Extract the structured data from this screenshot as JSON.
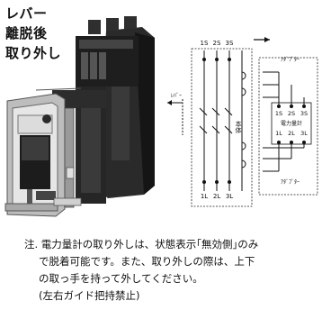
{
  "lever_label": [
    "レバー",
    "離脱後",
    "取り外し"
  ],
  "main_diagram": {
    "top_terminals": [
      "1S",
      "2S",
      "3S"
    ],
    "bottom_terminals": [
      "1L",
      "2L",
      "3L"
    ],
    "body_label": "本体",
    "lever_side_label": "ﾚﾊﾞｰ"
  },
  "adapter_diagram": {
    "adapter_label_top": "ｱﾀﾞﾌﾟﾀｰ",
    "adapter_label_bottom": "ｱﾀﾞﾌﾟﾀｰ",
    "top_terminals": [
      "1S",
      "2S",
      "3S"
    ],
    "meter_label": "電力量計",
    "bottom_terminals": [
      "1L",
      "2L",
      "3L"
    ]
  },
  "note": {
    "lines": [
      "注. 電力量計の取り外しは、状態表示｢無効側｣のみ",
      "で脱着可能です。また、取り外しの際は、上下",
      "の取っ手を持って外してください。",
      "(左右ガイド把持禁止)"
    ]
  }
}
